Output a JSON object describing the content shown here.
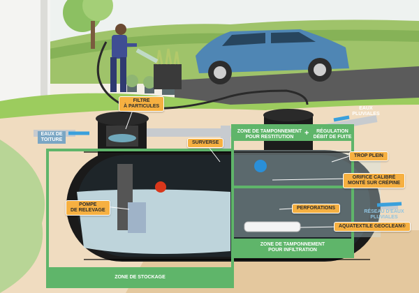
{
  "labels": {
    "filtre": "FILTRE\nÀ PARTICULES",
    "surverse": "SURVERSE",
    "pompe": "POMPE\nDE RELEVAGE",
    "trop_plein": "TROP PLEIN",
    "orifice": "ORIFICE CALIBRÉ\nMONTÉ SUR CRÉPINE",
    "perforations": "PERFORATIONS",
    "aquatextile": "AQUATEXTILE GEOCLEAN®"
  },
  "zones": {
    "restitution": "ZONE DE TAMPONNEMENT\nPOUR RESTITUTION",
    "plus": "+",
    "regulation": "RÉGULATION\nDÉBIT DE FUITE",
    "infiltration": "ZONE DE TAMPONNEMENT\nPOUR INFILTRATION",
    "stockage": "ZONE DE STOCKAGE"
  },
  "flows": {
    "eaux_toiture": "EAUX DE\nTOITURE",
    "eaux_pluviales": "EAUX\nPLUVIALES",
    "reseau": "RÉSEAU D'EAUX\nPLUVIALES"
  },
  "colors": {
    "label_bg": "#f6b041",
    "zone_green": "#5fb56a",
    "tank_body": "#1a1a1a",
    "water": "#cfe8ee"
  }
}
